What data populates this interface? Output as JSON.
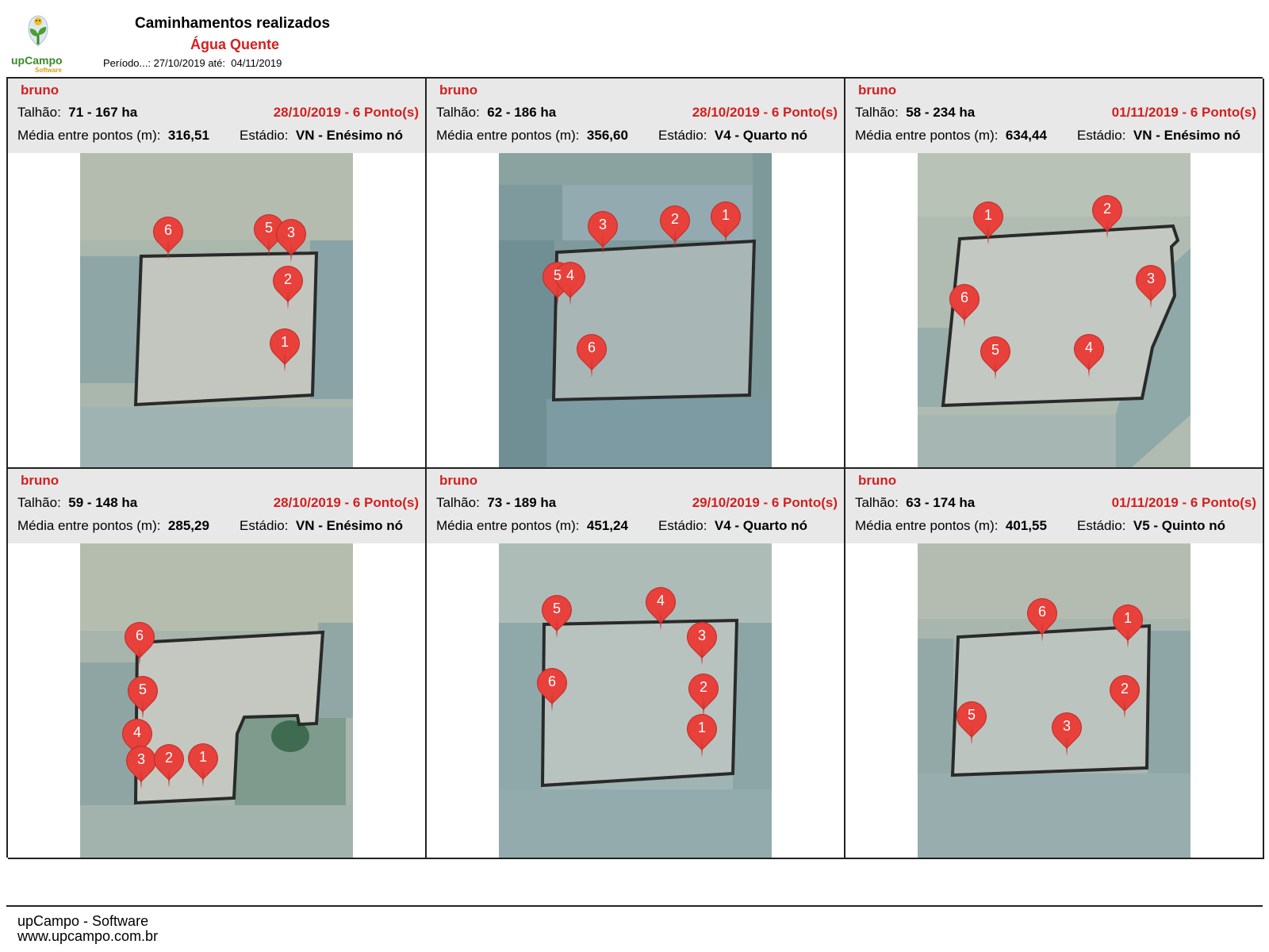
{
  "header": {
    "logo_text": "upCampo",
    "logo_sub": "Software",
    "title": "Caminhamentos realizados",
    "farm": "Água Quente",
    "period_label": "Período...:",
    "period_from": "27/10/2019",
    "period_until_label": "até:",
    "period_to": "04/11/2019"
  },
  "labels": {
    "talhao": "Talhão:",
    "media": "Média entre pontos (m):",
    "estadio": "Estádio:"
  },
  "colors": {
    "accent": "#d32020",
    "marker": "#e8403a",
    "header_bg": "#e8e8e8",
    "field_outline": "#2a2a2a"
  },
  "cards": [
    {
      "operator": "bruno",
      "talhao": "71 - 167 ha",
      "date_points": "28/10/2019 - 6 Ponto(s)",
      "media": "316,51",
      "estadio": "VN - Enésimo nó",
      "markers": [
        "6",
        "5",
        "3",
        "2",
        "1"
      ]
    },
    {
      "operator": "bruno",
      "talhao": "62 - 186 ha",
      "date_points": "28/10/2019 - 6 Ponto(s)",
      "media": "356,60",
      "estadio": "V4 - Quarto nó",
      "markers": [
        "3",
        "2",
        "1",
        "5",
        "4",
        "6"
      ]
    },
    {
      "operator": "bruno",
      "talhao": "58 - 234 ha",
      "date_points": "01/11/2019 - 6 Ponto(s)",
      "media": "634,44",
      "estadio": "VN - Enésimo nó",
      "markers": [
        "1",
        "2",
        "6",
        "3",
        "5",
        "4"
      ]
    },
    {
      "operator": "bruno",
      "talhao": "59 - 148 ha",
      "date_points": "28/10/2019 - 6 Ponto(s)",
      "media": "285,29",
      "estadio": "VN - Enésimo nó",
      "markers": [
        "6",
        "5",
        "4",
        "3",
        "2",
        "1"
      ]
    },
    {
      "operator": "bruno",
      "talhao": "73 - 189 ha",
      "date_points": "29/10/2019 - 6 Ponto(s)",
      "media": "451,24",
      "estadio": "V4 - Quarto nó",
      "markers": [
        "5",
        "4",
        "3",
        "6",
        "2",
        "1"
      ]
    },
    {
      "operator": "bruno",
      "talhao": "63 - 174 ha",
      "date_points": "01/11/2019 - 6 Ponto(s)",
      "media": "401,55",
      "estadio": "V5 - Quinto nó",
      "markers": [
        "6",
        "1",
        "2",
        "5",
        "3"
      ]
    }
  ],
  "footer": {
    "company": "upCampo - Software",
    "website": "www.upcampo.com.br"
  }
}
